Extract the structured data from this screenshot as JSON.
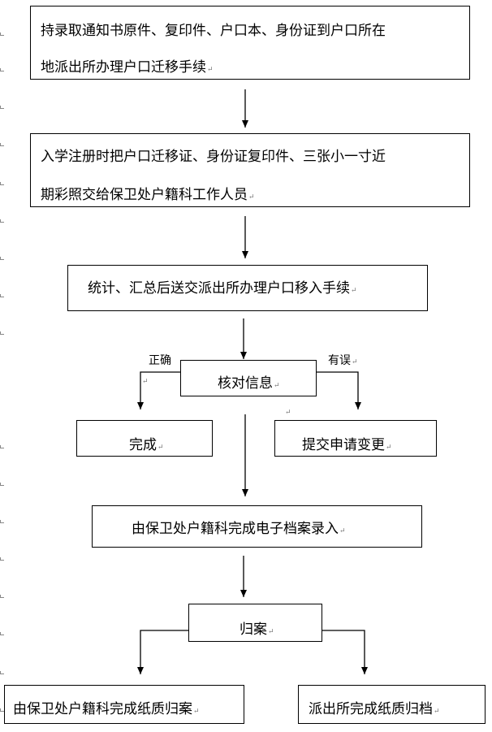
{
  "steps": {
    "s1_line1": "持录取通知书原件、复印件、户口本、身份证到户口所在",
    "s1_line2": "地派出所办理户口迁移手续",
    "s2_line1": "入学注册时把户口迁移证、身份证复印件、三张小一寸近",
    "s2_line2": "期彩照交给保卫处户籍科工作人员",
    "s3": "统计、汇总后送交派出所办理户口移入手续",
    "check": "核对信息",
    "done": "完成",
    "change": "提交申请变更",
    "entry": "由保卫处户籍科完成电子档案录入",
    "archive": "归案",
    "paper_security": "由保卫处户籍科完成纸质归案",
    "paper_police": "派出所完成纸质归档"
  },
  "branches": {
    "correct": "正确",
    "error": "有误"
  },
  "para_mark": "↵"
}
